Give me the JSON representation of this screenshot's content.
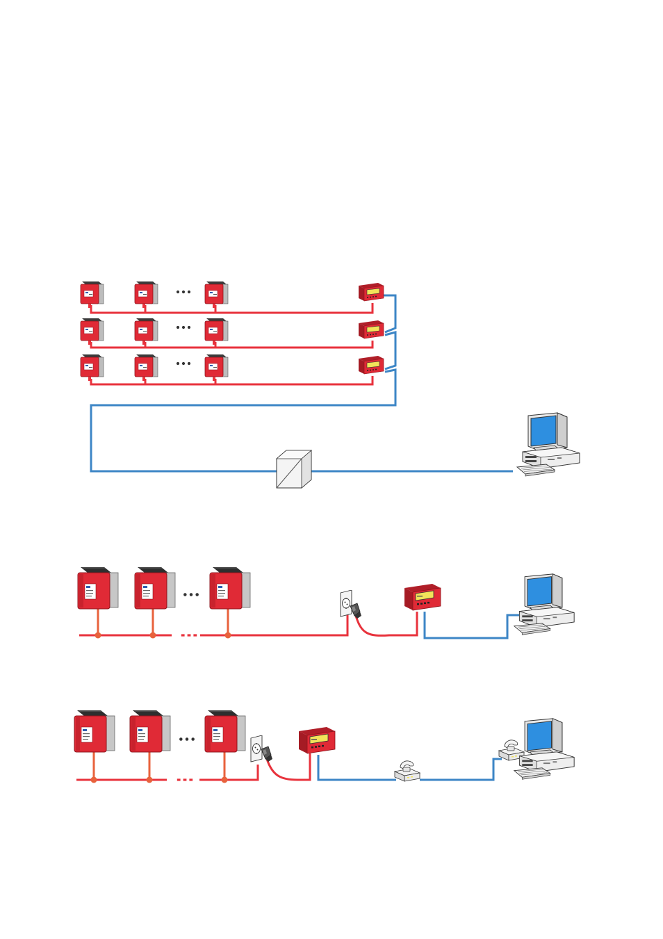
{
  "colors": {
    "power_line": "#e8323c",
    "data_line": "#3d86c6",
    "inverter_body": "#e02a36",
    "inverter_shadow": "#a51b24",
    "inverter_top": "#2e2e2e",
    "inverter_side": "#bdbdbd",
    "logger_screen": "#f2e35a",
    "monitor_screen": "#2e8fe0",
    "computer_case": "#eeeeee",
    "outline": "#333333"
  },
  "icons": {
    "inverter": "inverter-icon",
    "data_logger": "data-logger-icon",
    "converter": "interface-converter-icon",
    "computer": "computer-icon",
    "socket": "power-socket-icon",
    "plug": "power-plug-icon",
    "modem": "modem-icon",
    "ellipsis": "ellipsis-icon"
  },
  "diagrams": [
    {
      "name": "multi-string-rs485-network",
      "rows": 3,
      "inverters_per_row": 3
    },
    {
      "name": "powerline-direct-pc",
      "inverters": 3
    },
    {
      "name": "powerline-modem-pc",
      "inverters": 3
    }
  ]
}
